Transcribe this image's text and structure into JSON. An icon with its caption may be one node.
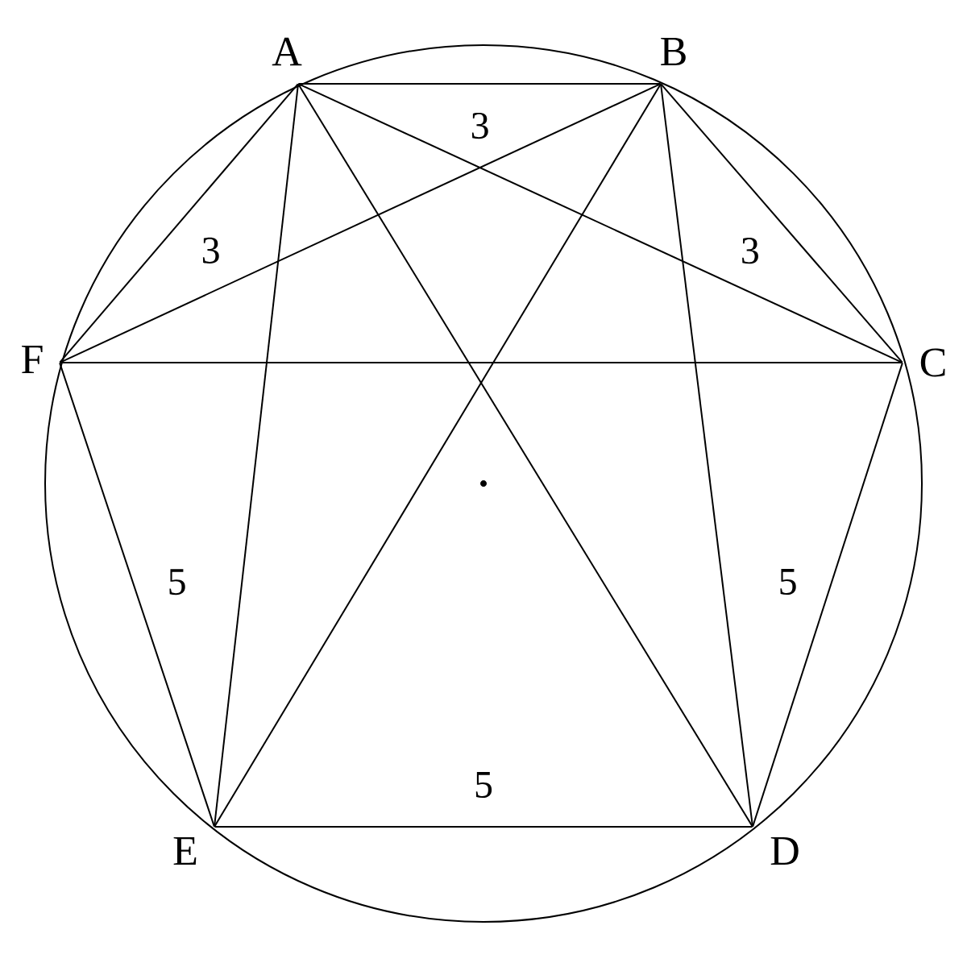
{
  "diagram": {
    "nodes": [
      {
        "text": [
          "A"
        ]
      },
      {
        "text": [
          "B"
        ]
      },
      {
        "text": [
          "C"
        ]
      },
      {
        "text": [
          "D"
        ]
      },
      {
        "text": [
          "E"
        ]
      },
      {
        "text": [
          "F"
        ]
      }
    ],
    "edges": [
      {
        "from": 0,
        "to": 1,
        "arrow": "none",
        "label": "3"
      },
      {
        "from": 1,
        "to": 2,
        "arrow": "none",
        "label": "3"
      },
      {
        "from": 2,
        "to": 3,
        "arrow": "none",
        "label": "5"
      },
      {
        "from": 3,
        "to": 4,
        "arrow": "none",
        "label": "5"
      },
      {
        "from": 4,
        "to": 5,
        "arrow": "none",
        "label": "5"
      },
      {
        "from": 5,
        "to": 0,
        "arrow": "none",
        "label": "3"
      },
      {
        "from": 5,
        "to": 2,
        "arrow": "none"
      },
      {
        "from": 0,
        "to": 4,
        "arrow": "none"
      },
      {
        "from": 0,
        "to": 3,
        "arrow": "none"
      },
      {
        "from": 0,
        "to": 2,
        "arrow": "none"
      },
      {
        "from": 1,
        "to": 5,
        "arrow": "none"
      },
      {
        "from": 1,
        "to": 4,
        "arrow": "none"
      },
      {
        "from": 1,
        "to": 3,
        "arrow": "none"
      }
    ]
  }
}
